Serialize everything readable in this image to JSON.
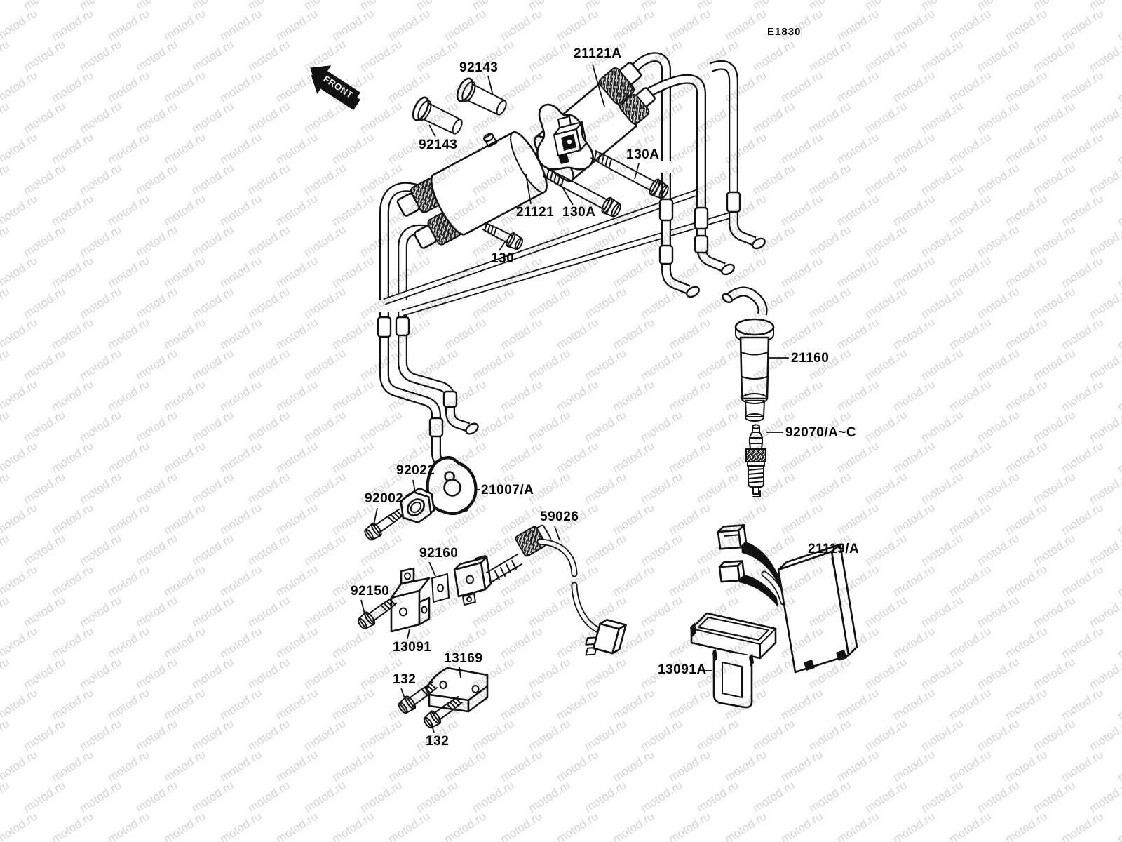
{
  "watermark": {
    "text": "motod.ru",
    "color": "#d4d4d4"
  },
  "diagram": {
    "code": "E1830",
    "front_marker": "FRONT"
  },
  "labels": {
    "p92143_upper": "92143",
    "p21121a": "21121A",
    "p92143_lower": "92143",
    "p130a_1": "130A",
    "p21121": "21121",
    "p130a_2": "130A",
    "p130": "130",
    "p21160": "21160",
    "p92070": "92070/A~C",
    "p92022": "92022",
    "p21007": "21007/A",
    "p92002": "92002",
    "p59026": "59026",
    "p92160": "92160",
    "p92150": "92150",
    "p13091": "13091",
    "p13169": "13169",
    "p132_1": "132",
    "p132_2": "132",
    "p21119": "21119/A",
    "p13091a": "13091A"
  }
}
